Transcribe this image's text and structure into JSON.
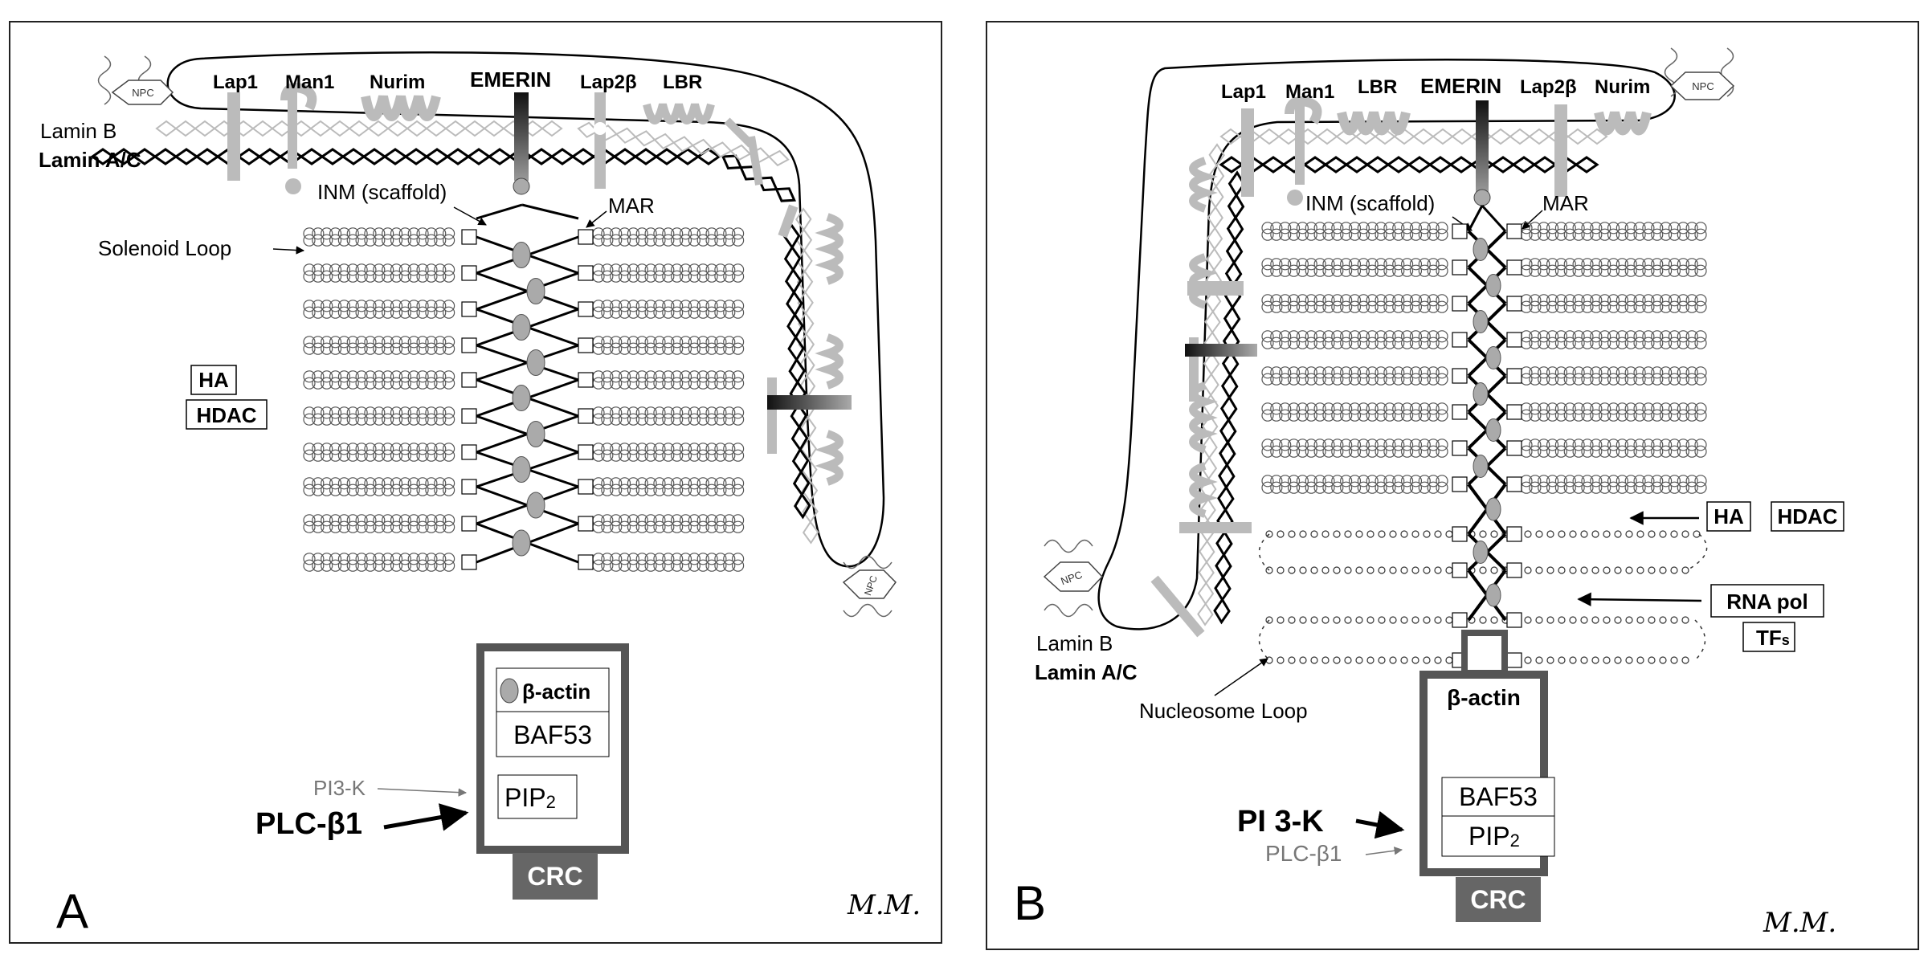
{
  "panel_a": {
    "letter": "A",
    "signature": "M.M.",
    "proteins": [
      "Lap1",
      "Man1",
      "Nurim",
      "EMERIN",
      "Lap2β",
      "LBR"
    ],
    "npc": "NPC",
    "lamin_b": "Lamin B",
    "lamin_ac": "Lamin A/C",
    "inm": "INM (scaffold)",
    "mar": "MAR",
    "solenoid": "Solenoid Loop",
    "ha": "HA",
    "hdac": "HDAC",
    "beta_actin": "β-actin",
    "baf53": "BAF53",
    "pip2_main": "PIP",
    "pip2_sub": "2",
    "pi3k": "PI3-K",
    "plc": "PLC-β1",
    "crc": "CRC"
  },
  "panel_b": {
    "letter": "B",
    "signature": "M.M.",
    "proteins": [
      "Lap1",
      "Man1",
      "LBR",
      "EMERIN",
      "Lap2β",
      "Nurim"
    ],
    "npc": "NPC",
    "lamin_b": "Lamin B",
    "lamin_ac": "Lamin A/C",
    "inm": "INM (scaffold)",
    "mar": "MAR",
    "ha": "HA",
    "hdac": "HDAC",
    "rna_pol": "RNA pol",
    "tfs_main": "TF",
    "tfs_sub": "s",
    "nucleosome": "Nucleosome Loop",
    "beta_actin": "β-actin",
    "baf53": "BAF53",
    "pip2_main": "PIP",
    "pip2_sub": "2",
    "pi3k": "PI 3-K",
    "plc": "PLC-β1",
    "crc": "CRC"
  }
}
